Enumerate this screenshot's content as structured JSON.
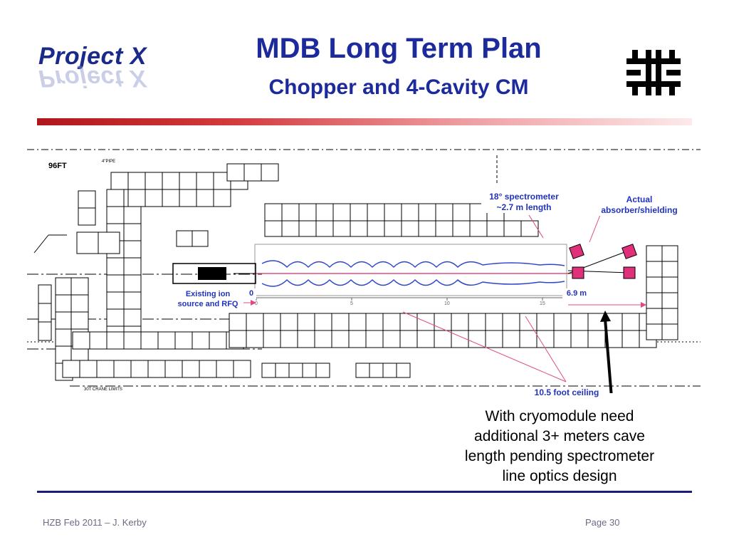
{
  "header": {
    "logo_text": "Project X",
    "title": "MDB Long Term Plan",
    "subtitle": "Chopper and 4-Cavity CM"
  },
  "drawing": {
    "label_96ft": "96FT",
    "label_pipe": "4\"PIPE",
    "label_crane": "30T CRANE LIMITS",
    "scale_ticks": [
      "0",
      "5",
      "10",
      "15"
    ]
  },
  "callouts": {
    "spectrometer": [
      "18° spectrometer",
      "~2.7 m length"
    ],
    "absorber": [
      "Actual",
      "absorber/shielding"
    ],
    "ion_source": [
      "Existing ion",
      "source and RFQ"
    ],
    "start_mark": "0",
    "end_mark": "6.9 m",
    "ceiling": "10.5 foot ceiling"
  },
  "note": [
    "With cryomodule need",
    "additional 3+ meters cave",
    "length pending spectrometer",
    "line optics design"
  ],
  "footer": {
    "left": "HZB Feb 2011 – J. Kerby",
    "right": "Page 30"
  },
  "colors": {
    "title": "#1c2a9c",
    "callout_text": "#2233bb",
    "pink_marker": "#e0307a",
    "pink_line": "#e04a84",
    "cavity_outline": "#3344cc"
  }
}
